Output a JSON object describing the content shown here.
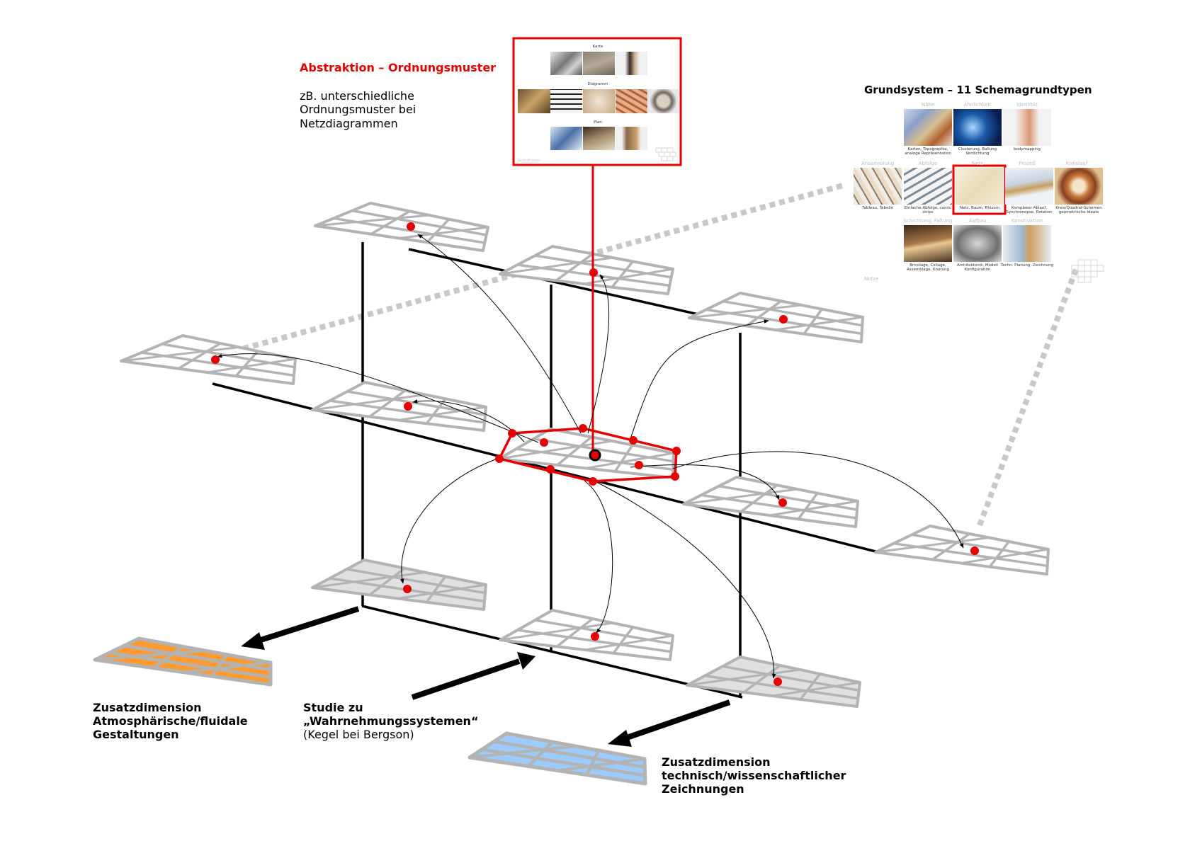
{
  "colors": {
    "accent_red": "#e60000",
    "grid_gray": "#b3b3b3",
    "connector_gray": "#c8c8c8",
    "orange_fill": "#ff9a30",
    "blue_fill": "#9ccbff",
    "shaded_fill": "#e0e0e0"
  },
  "abstraction": {
    "title": "Abstraktion – Ordnungsmuster",
    "line1": "zB. unterschiedliche",
    "line2": "Ordnungsmuster bei",
    "line3": "Netzdiagrammen",
    "panel": {
      "section_top": "Karte",
      "section_mid": "Diagramm",
      "section_bottom": "Plan",
      "footer": "Grundtypen"
    }
  },
  "grundsystem": {
    "title": "Grundsystem – 11 Schemagrundtypen",
    "row1_headers": [
      "Nähe",
      "Ähnlichkeit",
      "Identität"
    ],
    "row1_captions": [
      "Karten, Topographie, analoge Repräsentation",
      "Clusterung, Ballung Verdichtung",
      "bodymapping"
    ],
    "row2_headers": [
      "Ansammlung",
      "Abfolge",
      "Netz",
      "Prozeß",
      "Kreislauf"
    ],
    "row2_captions": [
      "Tableau, Tabelle",
      "Einfache Abfolge, comic strips",
      "Netz, Baum, Rhizom",
      "Komplexer Ablauf, Synchronopse, Rotation",
      "Kreis/Quadrat-Schemen geometrische Ideale"
    ],
    "row3_headers": [
      "Schichtung, Faltung",
      "Aufbau",
      "Konstruktion"
    ],
    "row3_captions": [
      "Bricolage, Collage, Assemblage, Knotung",
      "Architektonik, Modell Konfiguration",
      "Techn. Planung -Zeichnung"
    ],
    "side_label": "Netze"
  },
  "bottom_labels": {
    "left": [
      "Zusatzdimension",
      "Atmosphärische/fluidale",
      "Gestaltungen"
    ],
    "middle_bold": [
      "Studie zu",
      "„Wahrnehmungssystemen“"
    ],
    "middle_normal": "(Kegel bei Bergson)",
    "right": [
      "Zusatzdimension",
      "technisch/wissenschaftlicher",
      "Zeichnungen"
    ]
  }
}
